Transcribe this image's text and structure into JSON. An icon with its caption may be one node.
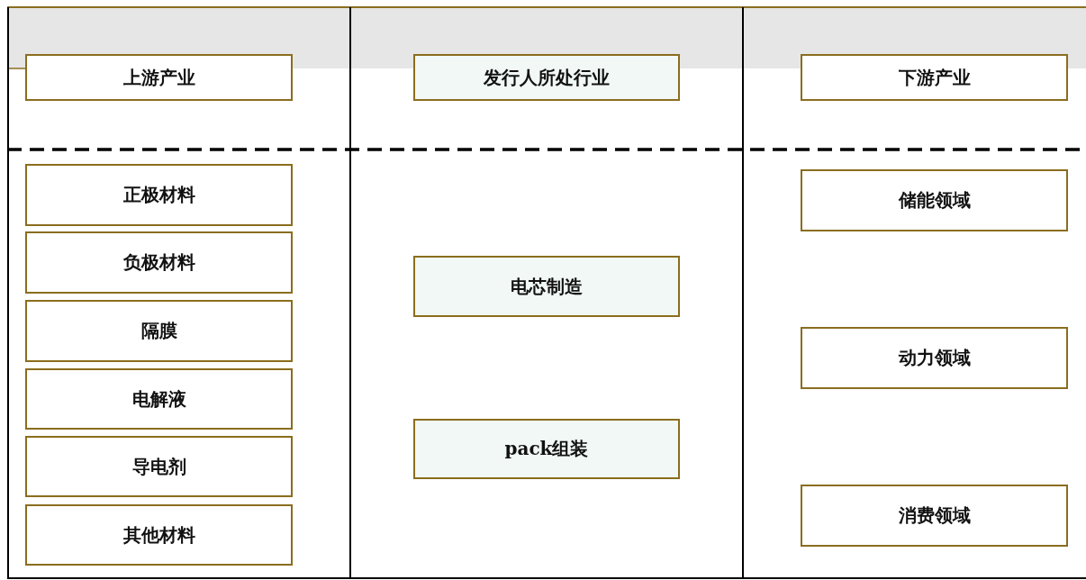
{
  "diagram": {
    "nodes": [
      {
        "text": [
          "上游产业"
        ]
      },
      {
        "text": [
          "发行人所处行业"
        ]
      },
      {
        "text": [
          "下游产业"
        ]
      },
      {
        "text": [
          "正极材料"
        ]
      },
      {
        "text": [
          "负极材料"
        ]
      },
      {
        "text": [
          "隔膜"
        ]
      },
      {
        "text": [
          "电解液"
        ]
      },
      {
        "text": [
          "导电剂"
        ]
      },
      {
        "text": [
          "其他材料"
        ]
      },
      {
        "text": [
          "电芯制造"
        ]
      },
      {
        "text": [
          "pack组装"
        ]
      },
      {
        "text": [
          "储能领域"
        ]
      },
      {
        "text": [
          "动力领域"
        ]
      },
      {
        "text": [
          "消费领域"
        ]
      }
    ]
  }
}
